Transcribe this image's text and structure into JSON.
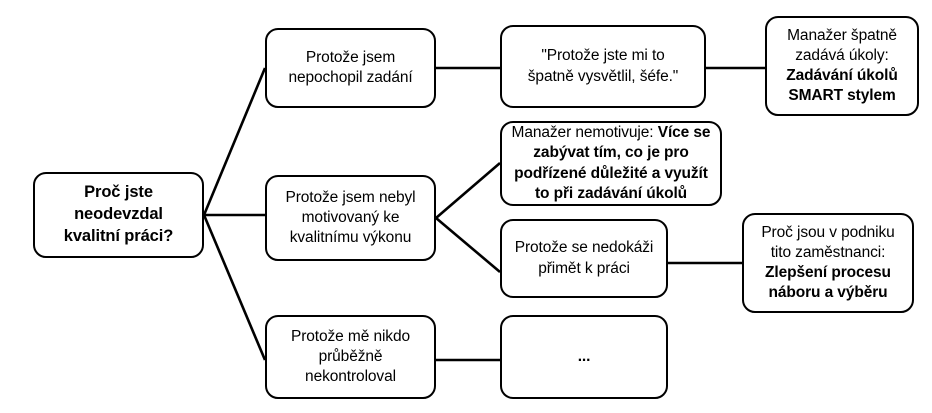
{
  "diagram": {
    "type": "why-tree",
    "language": "cs",
    "colors": {
      "stroke": "#000000",
      "background": "#ffffff",
      "text": "#000000"
    },
    "nodes": {
      "root": {
        "id": "root",
        "lines": [
          {
            "text": "Proč jste",
            "bold": true
          },
          {
            "text": "neodevzdal",
            "bold": true
          },
          {
            "text": "kvalitní práci?",
            "bold": true
          }
        ]
      },
      "cause1": {
        "id": "cause1",
        "lines": [
          {
            "text": "Protože jsem",
            "bold": false
          },
          {
            "text": "nepochopil zadání",
            "bold": false
          }
        ]
      },
      "cause2": {
        "id": "cause2",
        "lines": [
          {
            "text": "Protože jsem nebyl",
            "bold": false
          },
          {
            "text": "motivovaný ke",
            "bold": false
          },
          {
            "text": "kvalitnímu výkonu",
            "bold": false
          }
        ]
      },
      "cause3": {
        "id": "cause3",
        "lines": [
          {
            "text": "Protože mě nikdo",
            "bold": false
          },
          {
            "text": "průběžně",
            "bold": false
          },
          {
            "text": "nekontroloval",
            "bold": false
          }
        ]
      },
      "quote1": {
        "id": "quote1",
        "lines": [
          {
            "text": "\"Protože jste mi to",
            "bold": false
          },
          {
            "text": "špatně vysvětlil, šéfe.\"",
            "bold": false
          }
        ]
      },
      "solution1": {
        "id": "solution1",
        "lines": [
          {
            "text": "Manažer špatně",
            "bold": false
          },
          {
            "text": "zadává úkoly:",
            "bold": false
          },
          {
            "text": "Zadávání úkolů",
            "bold": true
          },
          {
            "text": "SMART stylem",
            "bold": true
          }
        ]
      },
      "solution2": {
        "id": "solution2",
        "lines": [
          {
            "text": "Manažer nemotivuje: Více se",
            "bold": false,
            "bold_tail": "Více se"
          },
          {
            "text": "zabývat tím, co je pro",
            "bold": true
          },
          {
            "text": "podřízené důležité a využít",
            "bold": true
          },
          {
            "text": "to při zadávání úkolů",
            "bold": true
          }
        ]
      },
      "cause2b": {
        "id": "cause2b",
        "lines": [
          {
            "text": "Protože se nedokáži",
            "bold": false
          },
          {
            "text": "přimět k práci",
            "bold": false
          }
        ]
      },
      "solution3": {
        "id": "solution3",
        "lines": [
          {
            "text": "Proč jsou v podniku",
            "bold": false
          },
          {
            "text": "tito zaměstnanci:",
            "bold": false
          },
          {
            "text": "Zlepšení procesu",
            "bold": true
          },
          {
            "text": "náboru a výběru",
            "bold": true
          }
        ]
      },
      "ellipsis": {
        "id": "ellipsis",
        "lines": [
          {
            "text": "...",
            "bold": true
          }
        ]
      }
    }
  }
}
